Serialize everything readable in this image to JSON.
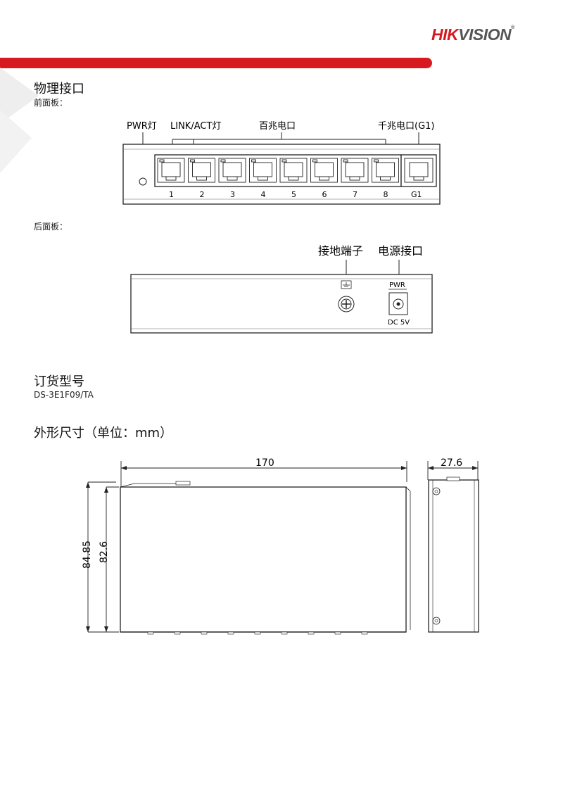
{
  "header": {
    "brand_hik": "HIK",
    "brand_vision": "VISION",
    "brand_reg": "®",
    "brand_color": "#d71920"
  },
  "physical": {
    "title": "物理接口",
    "front_label": "前面板：",
    "back_label": "后面板：",
    "front": {
      "pwr_led": "PWR灯",
      "link_led": "LINK/ACT灯",
      "fast_ports": "百兆电口",
      "gig_port": "千兆电口(G1)",
      "port_numbers": [
        "1",
        "2",
        "3",
        "4",
        "5",
        "6",
        "7",
        "8"
      ],
      "gig_port_number": "G1"
    },
    "back": {
      "ground_terminal": "接地端子",
      "power_interface": "电源接口",
      "pwr_mark": "PWR",
      "power_rating": "DC 5V"
    }
  },
  "ordering": {
    "title": "订货型号",
    "model": "DS-3E1F09/TA"
  },
  "dimensions": {
    "title": "外形尺寸（单位：mm）",
    "width": "170",
    "depth": "27.6",
    "height_outer": "84.85",
    "height_inner": "82.6"
  }
}
